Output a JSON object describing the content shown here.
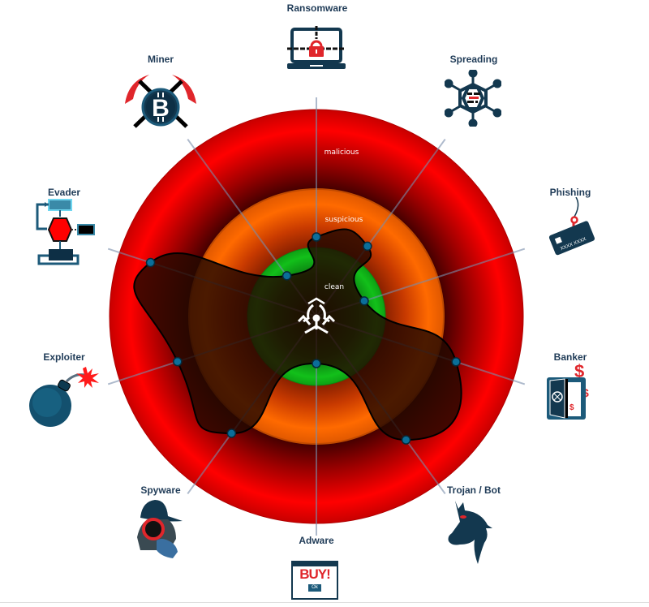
{
  "chart_data": {
    "type": "radar",
    "title": "",
    "center": [
      390,
      390
    ],
    "zones": [
      {
        "name": "malicious",
        "label": "malicious",
        "radius": 255,
        "color": "#ff0000"
      },
      {
        "name": "suspicious",
        "label": "suspicious",
        "radius": 157,
        "color": "#ff6a00"
      },
      {
        "name": "clean",
        "label": "clean",
        "radius": 85,
        "color": "#12b81a"
      }
    ],
    "scale_max": 255,
    "categories": [
      "Ransomware",
      "Spreading",
      "Phishing",
      "Banker",
      "Trojan / Bot",
      "Adware",
      "Spyware",
      "Exploiter",
      "Evader",
      "Miner"
    ],
    "values": [
      98,
      107,
      62,
      181,
      188,
      58,
      178,
      180,
      215,
      62
    ],
    "series_fill": "rgba(35,8,0,0.82)",
    "point_color": "#0b6e99",
    "axis_length": 270,
    "legend": "none"
  },
  "labels": {
    "ransomware": "Ransomware",
    "spreading": "Spreading",
    "phishing": "Phishing",
    "banker": "Banker",
    "trojan": "Trojan / Bot",
    "adware": "Adware",
    "spyware": "Spyware",
    "exploiter": "Exploiter",
    "evader": "Evader",
    "miner": "Miner"
  },
  "zone_labels": {
    "malicious": "malicious",
    "suspicious": "suspicious",
    "clean": "clean"
  },
  "icons": {
    "ransomware": "laptop-lock-icon",
    "spreading": "network-hexagon-icon",
    "phishing": "credit-card-hook-icon",
    "banker": "safe-dollar-icon",
    "trojan": "horse-head-icon",
    "adware": "buy-popup-icon",
    "spyware": "spy-magnifier-icon",
    "exploiter": "bomb-icon",
    "evader": "flowchart-icon",
    "miner": "bitcoin-pickaxe-icon",
    "center": "biohazard-icon"
  },
  "adware_popup": {
    "text": "BUY!",
    "button": "Ok"
  },
  "phishing_card": {
    "text": "XXXX XXXX"
  }
}
